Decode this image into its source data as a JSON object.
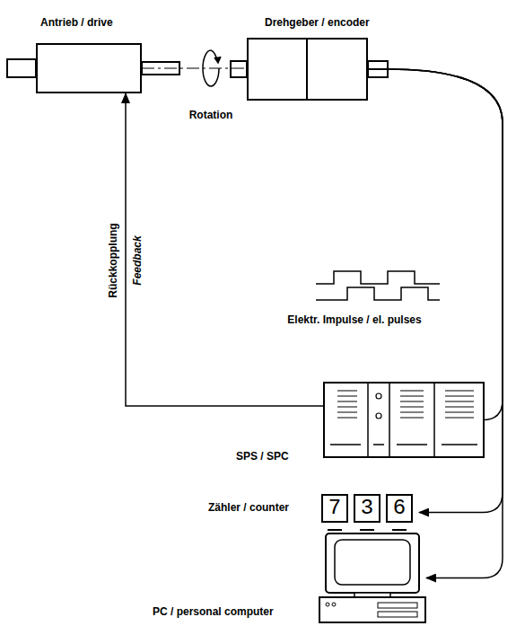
{
  "diagram": {
    "nodes": [
      {
        "text": [
          "Antrieb / drive"
        ]
      },
      {
        "text": [
          "Drehgeber / encoder"
        ]
      },
      {
        "text": [
          "SPS / SPC"
        ]
      },
      {
        "text": [
          "Zähler / counter",
          "7",
          "3",
          "6"
        ]
      },
      {
        "text": [
          "PC / personal computer"
        ]
      }
    ],
    "edges": [
      {
        "from": 0,
        "to": 1,
        "arrow": "none",
        "label": "Rotation"
      },
      {
        "from": 1,
        "to": 2,
        "arrow": "to"
      },
      {
        "from": 1,
        "to": 3,
        "arrow": "to"
      },
      {
        "from": 1,
        "to": 4,
        "arrow": "to"
      },
      {
        "from": 2,
        "to": 0,
        "arrow": "to",
        "label": "Rückkopplung"
      }
    ],
    "labels": [
      "Elektr. Impulse / el. pulses",
      "Feedback"
    ]
  }
}
